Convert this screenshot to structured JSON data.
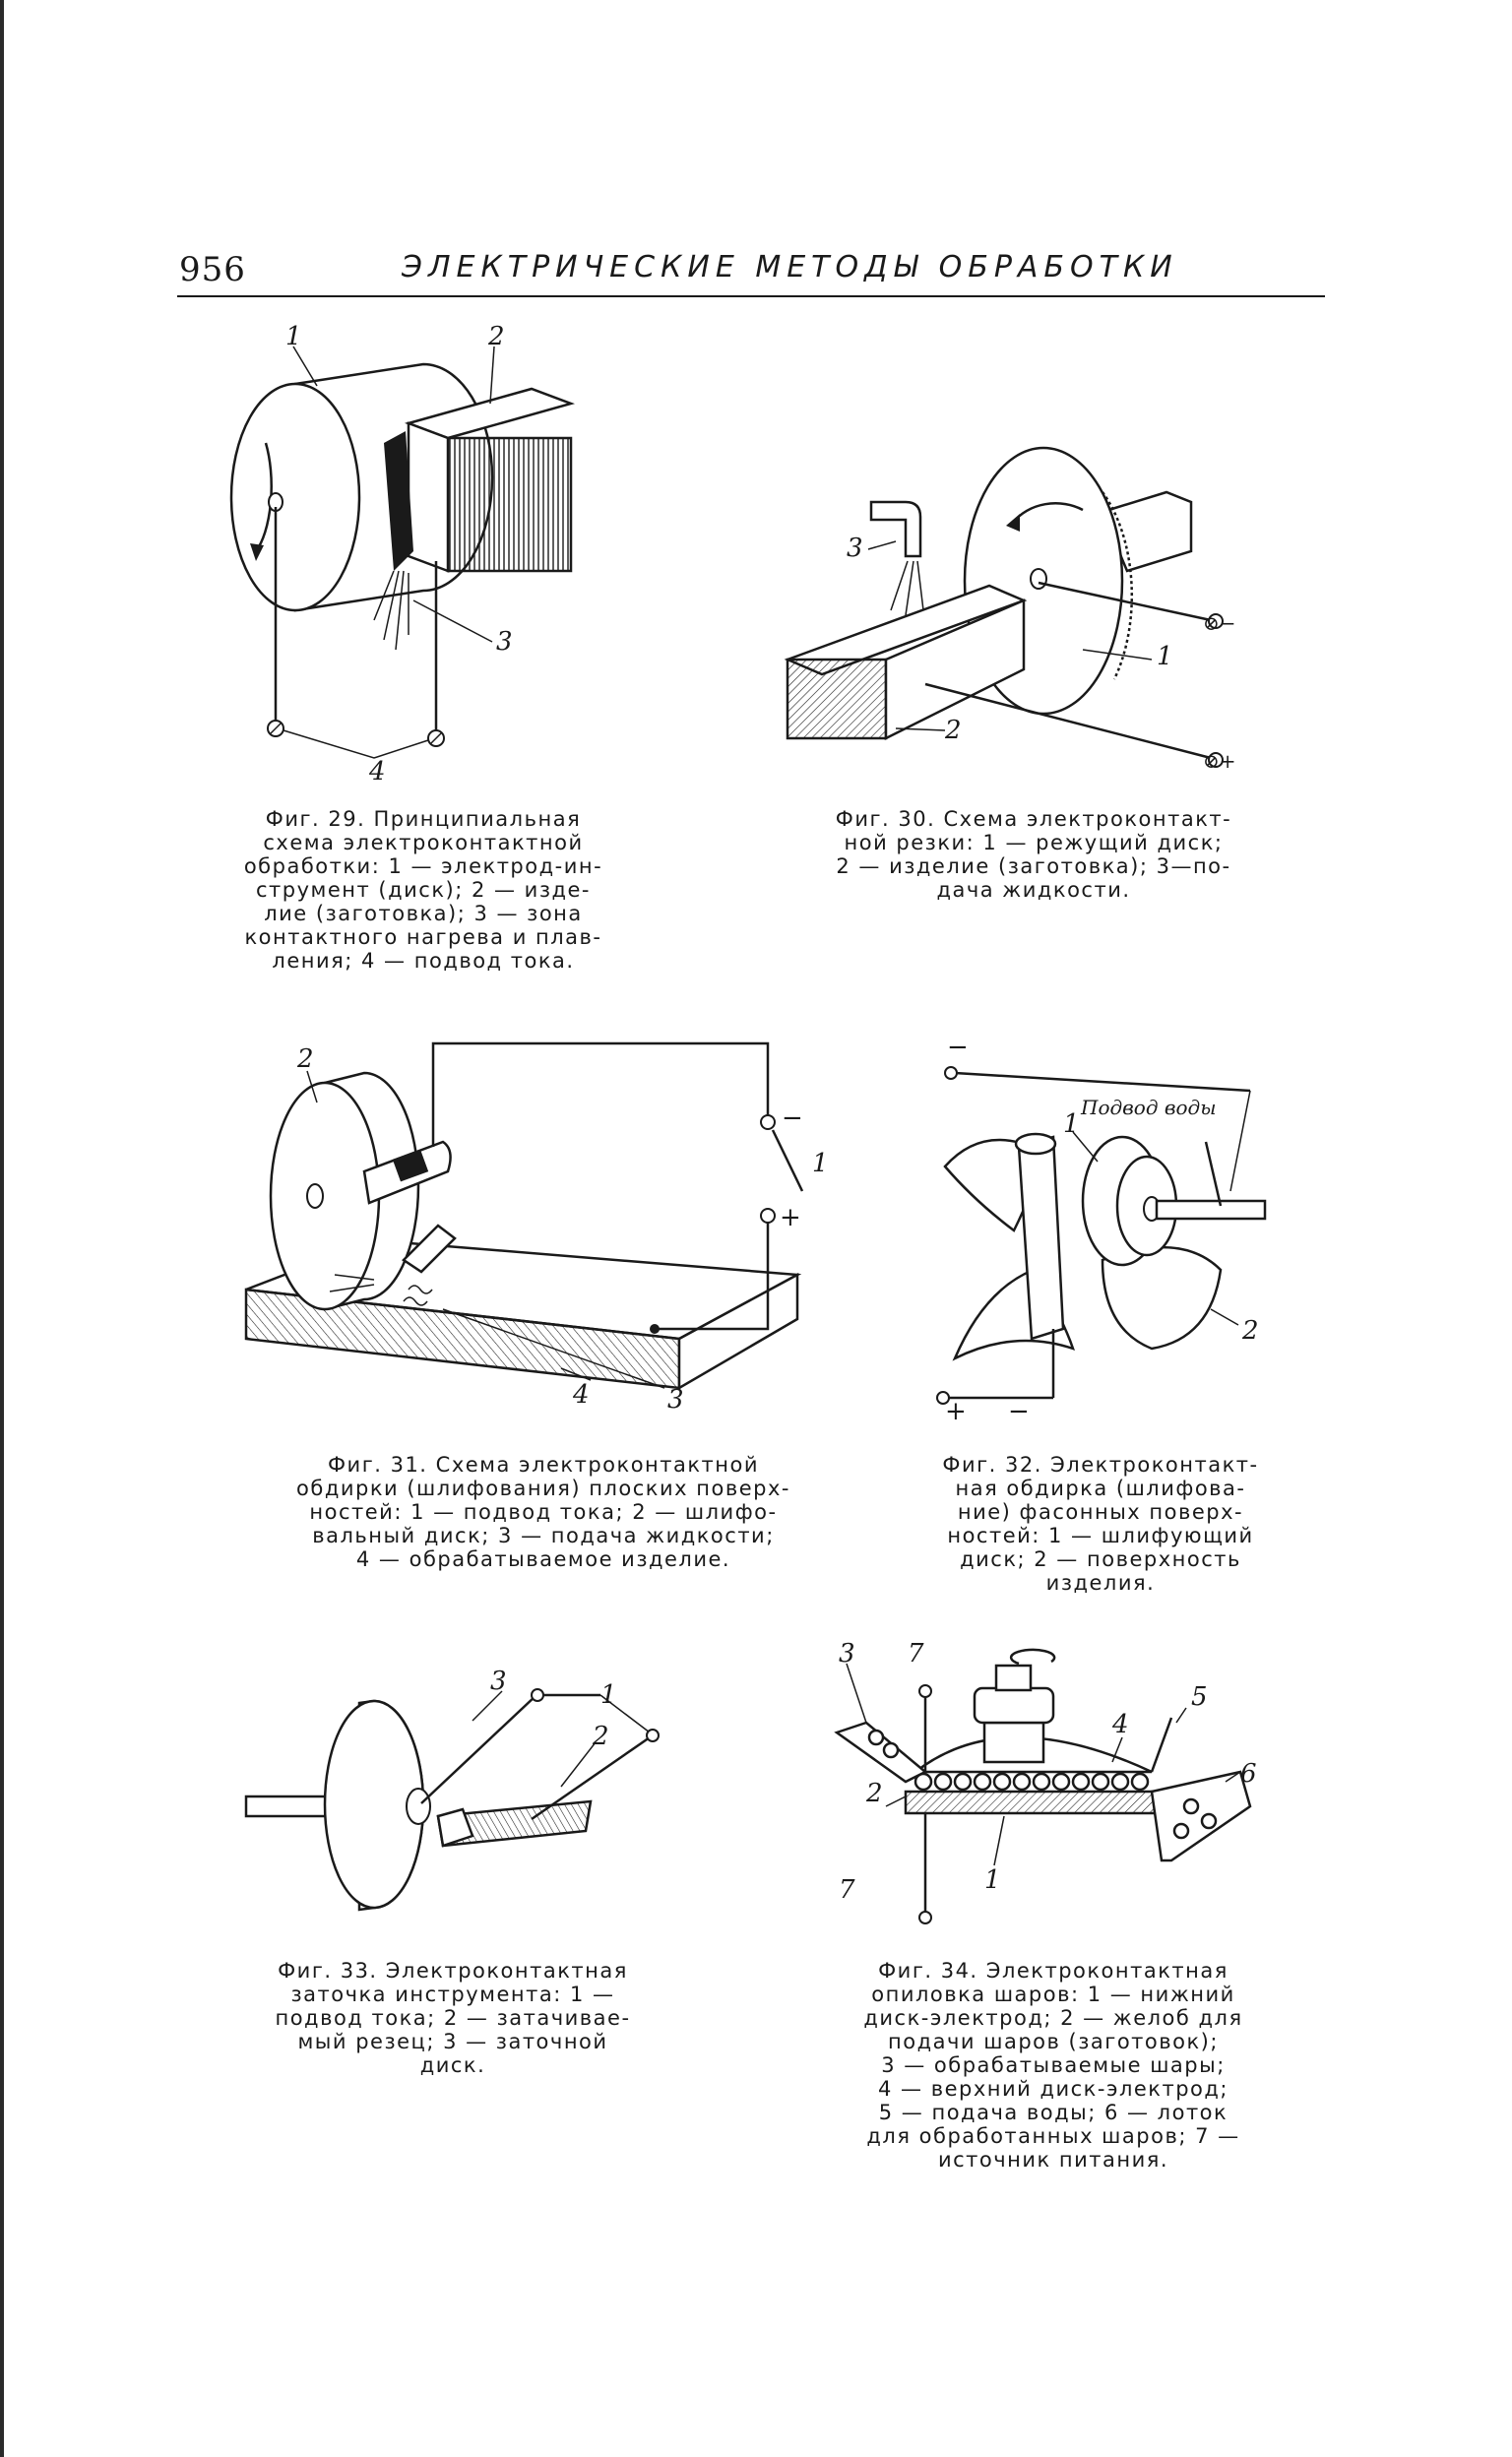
{
  "page": {
    "number": "956",
    "running_head": "ЭЛЕКТРИЧЕСКИЕ МЕТОДЫ ОБРАБОТКИ"
  },
  "figures": [
    {
      "id": "fig29",
      "labels": {
        "l1": "1",
        "l2": "2",
        "l3": "3",
        "l4": "4"
      },
      "caption": "Фиг. 29. Принципиальная\nсхема электроконтактной\nобработки: 1 — электрод-ин-\nструмент (диск); 2 — изде-\nлие (заготовка); 3 — зона\nконтактного нагрева и плав-\nления; 4 — подвод тока."
    },
    {
      "id": "fig30",
      "labels": {
        "l1": "1",
        "l2": "2",
        "l3": "3",
        "minus": "⊘−",
        "plus": "⊘+"
      },
      "caption": "Фиг. 30. Схема электроконтакт-\nной резки: 1 — режущий диск;\n2 — изделие (заготовка); 3—по-\nдача жидкости."
    },
    {
      "id": "fig31",
      "labels": {
        "l1": "1",
        "l2": "2",
        "l3": "3",
        "l4": "4",
        "minus": "−",
        "plus": "+"
      },
      "caption": "Фиг. 31. Схема электроконтактной\nобдирки (шлифования) плоских поверх-\nностей: 1 — подвод тока; 2 — шлифо-\nвальный диск; 3 — подача жидкости;\n4 — обрабатываемое изделие."
    },
    {
      "id": "fig32",
      "labels": {
        "l1": "1",
        "l2": "2",
        "water": "Подвод воды",
        "minus": "−",
        "plus": "+",
        "minus2": "−"
      },
      "caption": "Фиг. 32. Электроконтакт-\nная обдирка (шлифова-\nние) фасонных поверх-\nностей: 1 — шлифующий\nдиск; 2 — поверхность\nизделия."
    },
    {
      "id": "fig33",
      "labels": {
        "l1": "1",
        "l2": "2",
        "l3": "3"
      },
      "caption": "Фиг. 33. Электроконтактная\nзаточка инструмента: 1 —\nподвод тока; 2 — затачивае-\nмый резец; 3 — заточной\nдиск."
    },
    {
      "id": "fig34",
      "labels": {
        "l1": "1",
        "l2": "2",
        "l3": "3",
        "l4": "4",
        "l5": "5",
        "l6": "6",
        "l7a": "7",
        "l7b": "7"
      },
      "caption": "Фиг. 34. Электроконтактная\nопиловка шаров: 1 — нижний\nдиск-электрод; 2 — желоб для\nподачи шаров (заготовок);\n3 — обрабатываемые шары;\n4 — верхний диск-электрод;\n5 — подача воды; 6 — лоток\nдля обработанных шаров; 7 —\nисточник питания."
    }
  ]
}
